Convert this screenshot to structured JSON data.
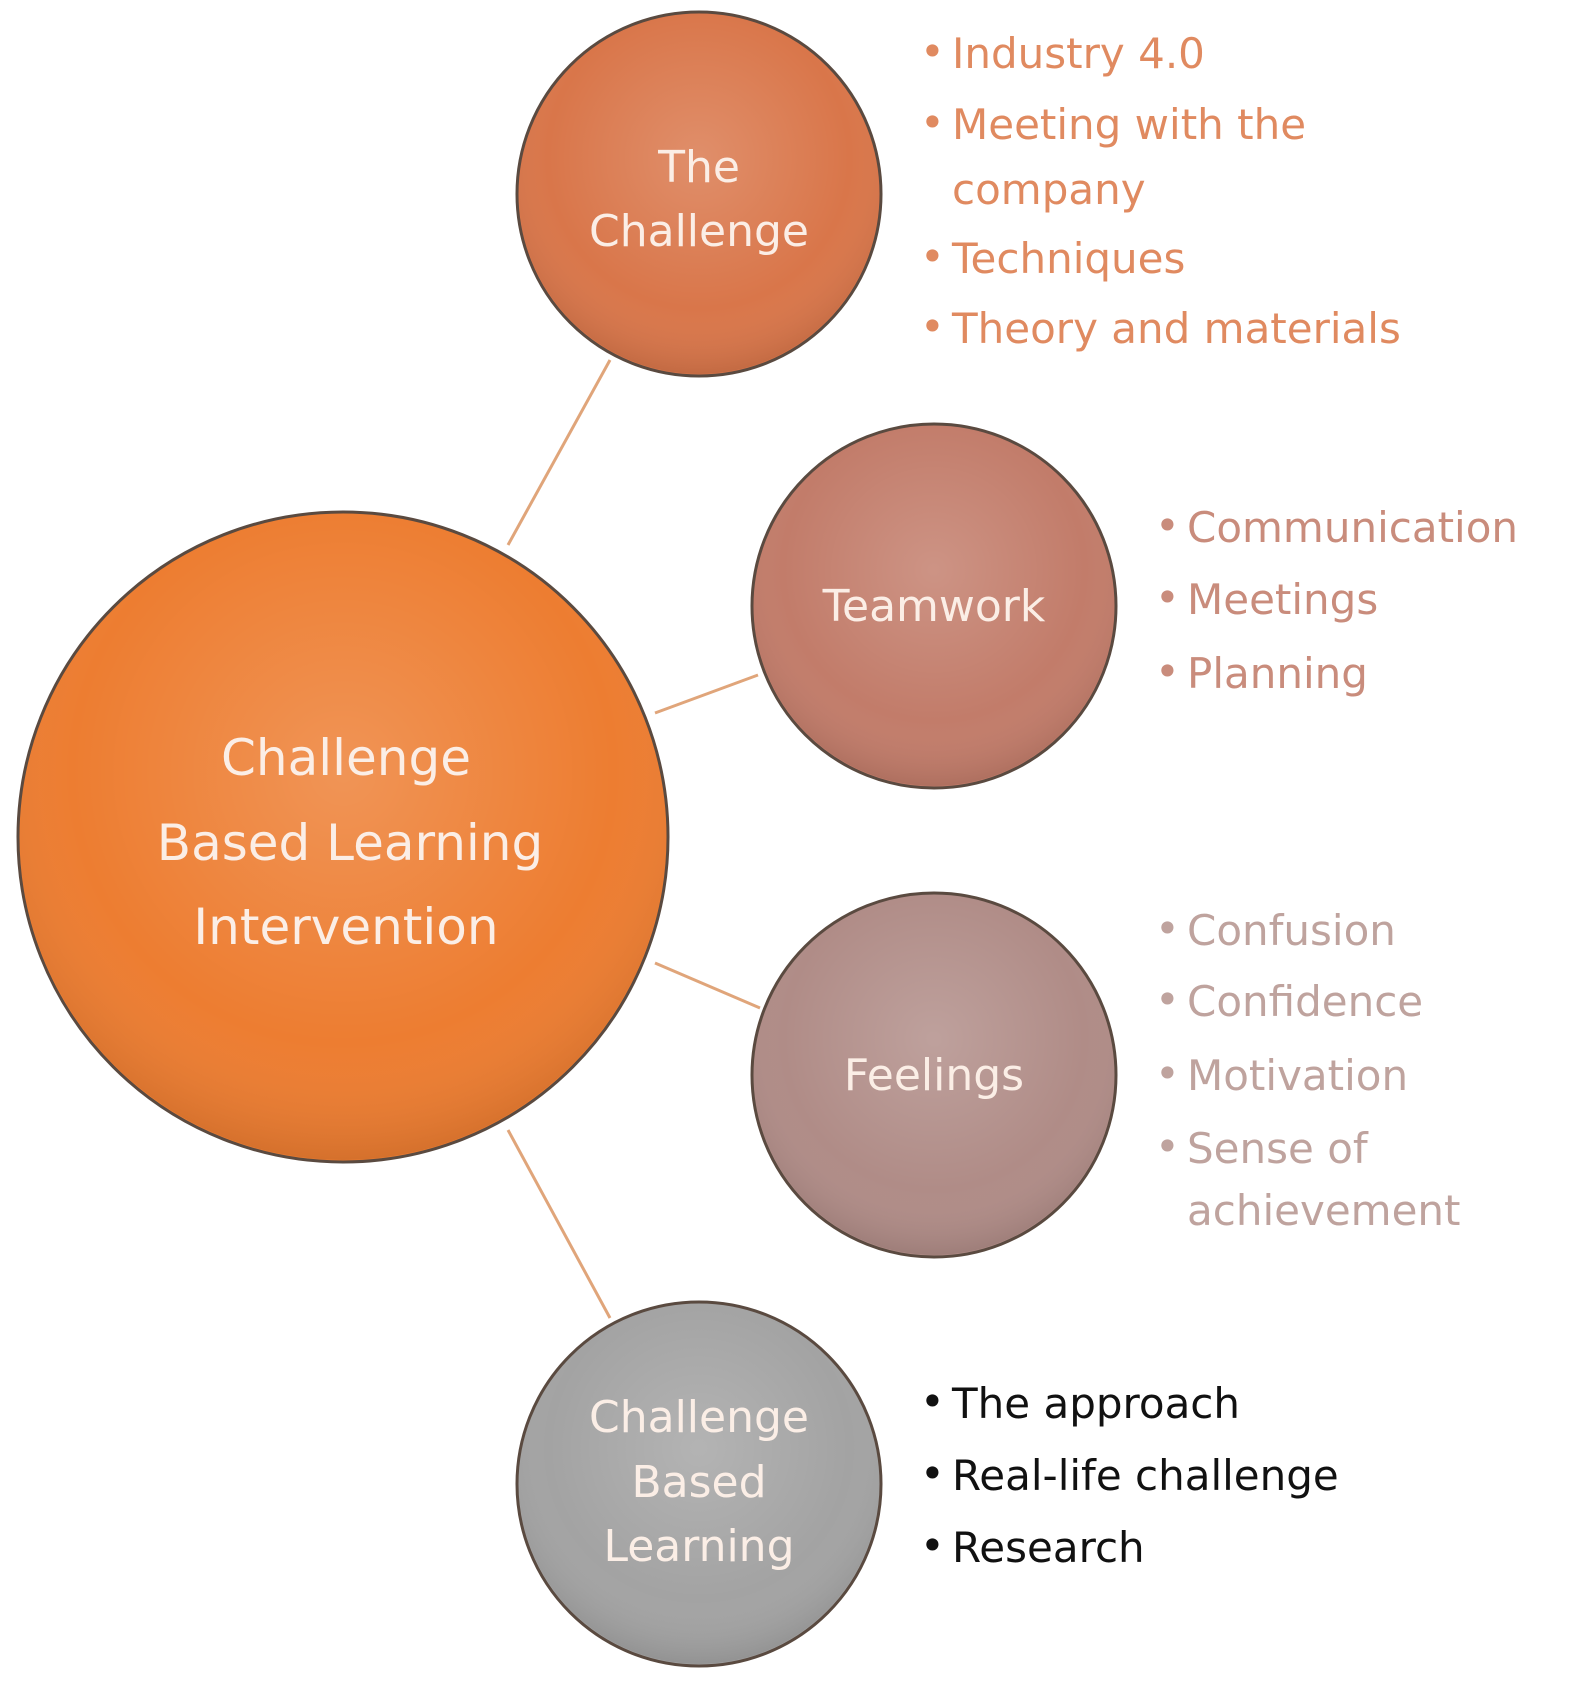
{
  "central": {
    "lines": [
      "Challenge",
      "Based Learning",
      "Intervention"
    ],
    "color": "#ED7D31"
  },
  "nodes": [
    {
      "id": "challenge",
      "lines": [
        "The",
        "Challenge"
      ],
      "color": "#D9764A",
      "text_color": "#E08A60",
      "items": [
        [
          "Industry 4.0"
        ],
        [
          "Meeting with the",
          "company"
        ],
        [
          "Techniques"
        ],
        [
          "Theory and materials"
        ]
      ]
    },
    {
      "id": "teamwork",
      "lines": [
        "Teamwork"
      ],
      "color": "#C27C6A",
      "text_color": "#C98C7C",
      "items": [
        [
          "Communication"
        ],
        [
          "Meetings"
        ],
        [
          "Planning"
        ]
      ]
    },
    {
      "id": "feelings",
      "lines": [
        "Feelings"
      ],
      "color": "#B08C87",
      "text_color": "#BFA39E",
      "items": [
        [
          "Confusion"
        ],
        [
          "Confidence"
        ],
        [
          "Motivation"
        ],
        [
          "Sense of",
          "achievement"
        ]
      ]
    },
    {
      "id": "cbl",
      "lines": [
        "Challenge",
        "Based",
        "Learning"
      ],
      "color": "#A3A3A3",
      "text_color": "#111111",
      "items": [
        [
          "The approach"
        ],
        [
          "Real-life challenge"
        ],
        [
          "Research"
        ]
      ]
    }
  ],
  "connector_color": "#E0A57A"
}
